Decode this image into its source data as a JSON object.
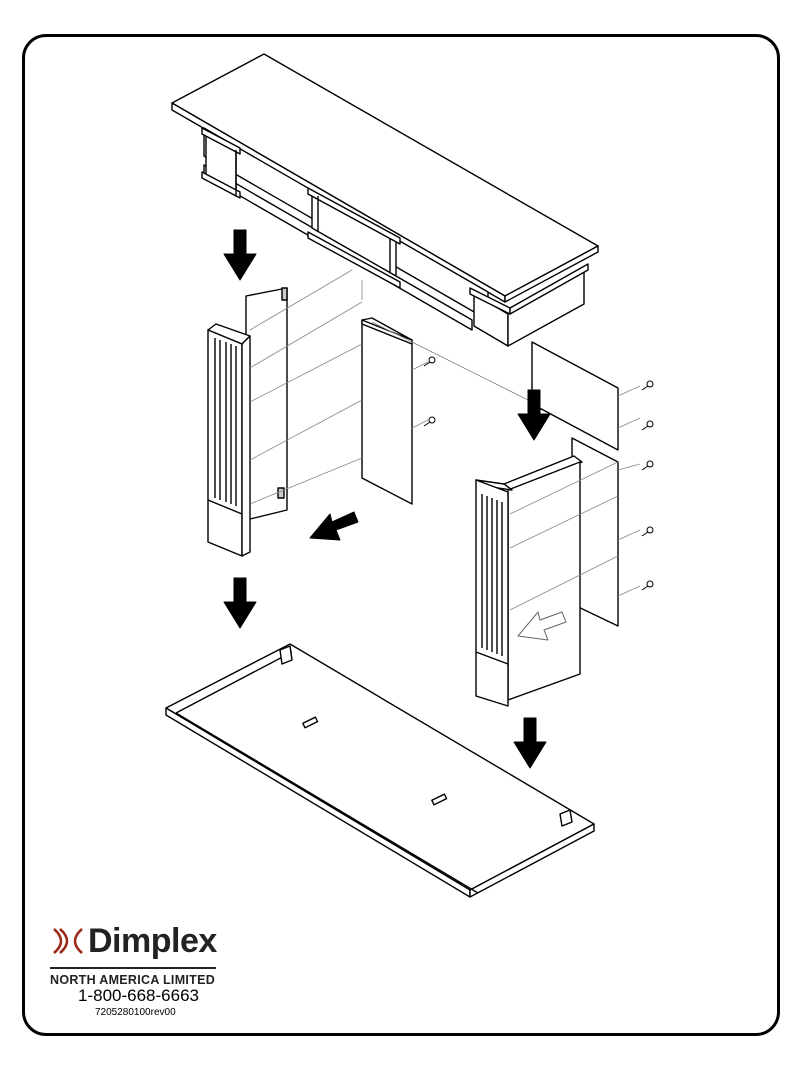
{
  "brand": {
    "name": "Dimplex",
    "subtitle": "NORTH AMERICA LIMITED",
    "phone": "1-800-668-6663",
    "doc_number": "7205280100rev00"
  },
  "icons": {
    "arrow": "down-arrow-icon",
    "screw": "screw-icon",
    "logo": "dimplex-logo-icon"
  },
  "colors": {
    "ink": "#000000",
    "paper": "#ffffff"
  }
}
